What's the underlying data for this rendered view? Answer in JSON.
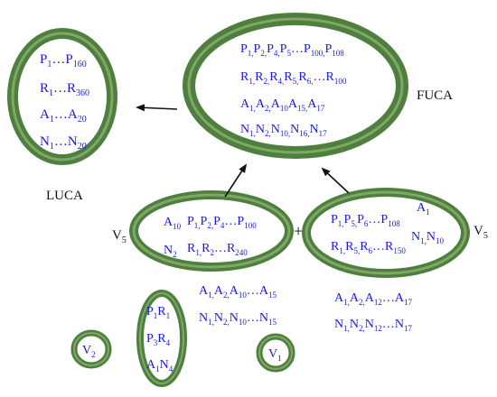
{
  "colors": {
    "ring": "#4f7f3f",
    "ring_highlight": "#7fa866",
    "text_blue": "#1a1ad6",
    "text_black": "#111111"
  },
  "cells": {
    "luca": {
      "label": "LUCA",
      "lines": [
        [
          {
            "t": "P"
          },
          {
            "s": "1"
          },
          {
            "t": "…P"
          },
          {
            "s": "160"
          }
        ],
        [
          {
            "t": "R"
          },
          {
            "s": "1"
          },
          {
            "t": "…R"
          },
          {
            "s": "360"
          }
        ],
        [
          {
            "t": "A"
          },
          {
            "s": "1"
          },
          {
            "t": "…A"
          },
          {
            "s": "20"
          }
        ],
        [
          {
            "t": "N"
          },
          {
            "s": "1"
          },
          {
            "t": "…N"
          },
          {
            "s": "20"
          }
        ]
      ]
    },
    "fuca": {
      "label": "FUCA",
      "lines": [
        [
          {
            "t": "P"
          },
          {
            "s": "1,"
          },
          {
            "t": "P"
          },
          {
            "s": "2,"
          },
          {
            "t": "P"
          },
          {
            "s": "4,"
          },
          {
            "t": "P"
          },
          {
            "s": "5"
          },
          {
            "t": "…P"
          },
          {
            "s": "100,"
          },
          {
            "t": "P"
          },
          {
            "s": "108"
          }
        ],
        [
          {
            "t": "R"
          },
          {
            "s": "1,"
          },
          {
            "t": "R"
          },
          {
            "s": "2,"
          },
          {
            "t": "R"
          },
          {
            "s": "4,"
          },
          {
            "t": "R"
          },
          {
            "s": "5,"
          },
          {
            "t": "R"
          },
          {
            "s": "6,"
          },
          {
            "t": "…R"
          },
          {
            "s": "100"
          }
        ],
        [
          {
            "t": "A"
          },
          {
            "s": "1,"
          },
          {
            "t": "A"
          },
          {
            "s": "2,"
          },
          {
            "t": "A"
          },
          {
            "s": "10"
          },
          {
            "t": "A"
          },
          {
            "s": "15,"
          },
          {
            "t": "A"
          },
          {
            "s": "17"
          }
        ],
        [
          {
            "t": "N"
          },
          {
            "s": "1,"
          },
          {
            "t": "N"
          },
          {
            "s": "2,"
          },
          {
            "t": "N"
          },
          {
            "s": "10,"
          },
          {
            "t": "N"
          },
          {
            "s": "16,"
          },
          {
            "t": "N"
          },
          {
            "s": "17"
          }
        ]
      ]
    },
    "left_v5": {
      "label_main": "V",
      "label_sub": "5",
      "lines_a": [
        [
          {
            "t": "A"
          },
          {
            "s": "10"
          }
        ],
        [
          {
            "t": "N"
          },
          {
            "s": "2"
          }
        ]
      ],
      "lines_b": [
        [
          {
            "t": "P"
          },
          {
            "s": "1,"
          },
          {
            "t": "P"
          },
          {
            "s": "2,"
          },
          {
            "t": "P"
          },
          {
            "s": "4"
          },
          {
            "t": "…P"
          },
          {
            "s": "100"
          }
        ],
        [
          {
            "t": "R"
          },
          {
            "s": "1,"
          },
          {
            "t": "R"
          },
          {
            "s": "2"
          },
          {
            "t": "…R"
          },
          {
            "s": "240"
          }
        ]
      ],
      "below": [
        [
          {
            "t": "A"
          },
          {
            "s": "1,"
          },
          {
            "t": "A"
          },
          {
            "s": "2,"
          },
          {
            "t": "A"
          },
          {
            "s": "10"
          },
          {
            "t": "…A"
          },
          {
            "s": "15"
          }
        ],
        [
          {
            "t": "N"
          },
          {
            "s": "1,"
          },
          {
            "t": "N"
          },
          {
            "s": "2,"
          },
          {
            "t": "N"
          },
          {
            "s": "10"
          },
          {
            "t": "…N"
          },
          {
            "s": "15"
          }
        ]
      ]
    },
    "right_v5": {
      "label_main": "V",
      "label_sub": "5",
      "lines_a": [
        [
          {
            "t": "P"
          },
          {
            "s": "1,"
          },
          {
            "t": "P"
          },
          {
            "s": "5,"
          },
          {
            "t": "P"
          },
          {
            "s": "6"
          },
          {
            "t": "…P"
          },
          {
            "s": "108"
          }
        ],
        [
          {
            "t": "R"
          },
          {
            "s": "1,"
          },
          {
            "t": "R"
          },
          {
            "s": "5,"
          },
          {
            "t": "R"
          },
          {
            "s": "6"
          },
          {
            "t": "…R"
          },
          {
            "s": "150"
          }
        ]
      ],
      "lines_b": [
        [
          {
            "t": "A"
          },
          {
            "s": "1"
          }
        ],
        [
          {
            "t": "N"
          },
          {
            "s": "1,"
          },
          {
            "t": "N"
          },
          {
            "s": "10"
          }
        ]
      ],
      "below": [
        [
          {
            "t": "A"
          },
          {
            "s": "1,"
          },
          {
            "t": "A"
          },
          {
            "s": "2,"
          },
          {
            "t": "A"
          },
          {
            "s": "12"
          },
          {
            "t": "…A"
          },
          {
            "s": "17"
          }
        ],
        [
          {
            "t": "N"
          },
          {
            "s": "1,"
          },
          {
            "t": "N"
          },
          {
            "s": "2,"
          },
          {
            "t": "N"
          },
          {
            "s": "12"
          },
          {
            "t": "…N"
          },
          {
            "s": "17"
          }
        ]
      ]
    },
    "small": {
      "lines": [
        [
          {
            "t": "P"
          },
          {
            "s": "1"
          },
          {
            "t": "R"
          },
          {
            "s": "1"
          }
        ],
        [
          {
            "t": "P"
          },
          {
            "s": "3"
          },
          {
            "t": "R"
          },
          {
            "s": "4"
          }
        ],
        [
          {
            "t": "A"
          },
          {
            "s": "1"
          },
          {
            "t": "N"
          },
          {
            "s": "4"
          }
        ]
      ]
    },
    "v2": {
      "label_main": "V",
      "label_sub": "2"
    },
    "v1": {
      "label_main": "V",
      "label_sub": "1"
    }
  },
  "plus_sign": "+"
}
